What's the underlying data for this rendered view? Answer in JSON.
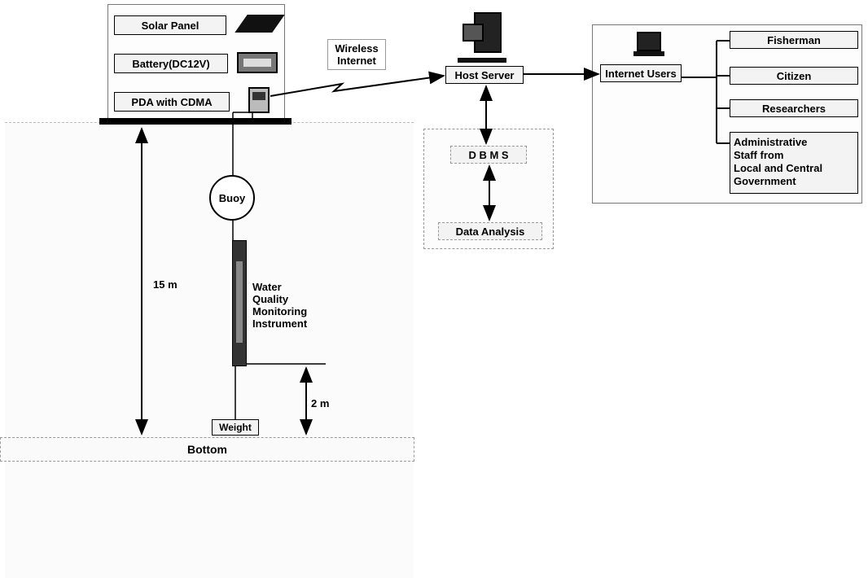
{
  "buoy_station": {
    "solar_panel": "Solar Panel",
    "battery": "Battery(DC12V)",
    "pda": "PDA with CDMA",
    "buoy": "Buoy",
    "instrument": [
      "Water",
      "Quality",
      "Monitoring",
      "Instrument"
    ],
    "weight": "Weight",
    "bottom": "Bottom",
    "depth_total": "15 m",
    "depth_instrument": "2 m"
  },
  "link": {
    "wireless": [
      "Wireless",
      "Internet"
    ]
  },
  "server_side": {
    "host_server": "Host Server",
    "dbms": "D B M S",
    "data_analysis": "Data Analysis"
  },
  "users": {
    "internet_users": "Internet Users",
    "groups": [
      "Fisherman",
      "Citizen",
      "Researchers"
    ],
    "admin": [
      "Administrative",
      "Staff from",
      "Local and Central",
      "Government"
    ]
  }
}
